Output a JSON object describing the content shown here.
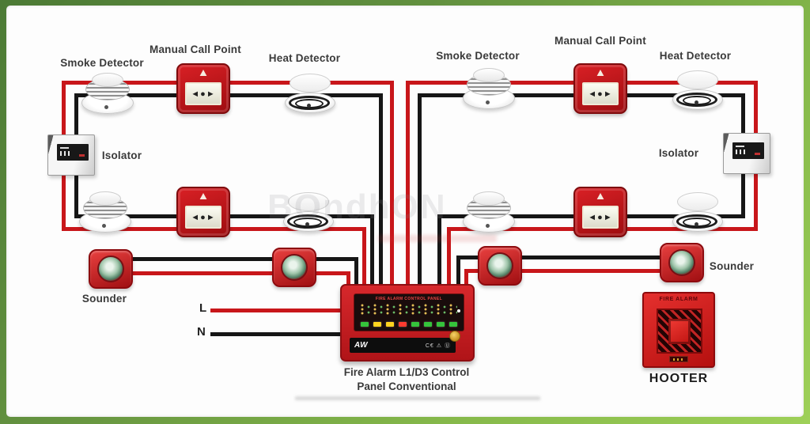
{
  "watermark": "BOndhON",
  "labels": {
    "smoke": "Smoke Detector",
    "manual_call_point": "Manual Call Point",
    "heat": "Heat Detector",
    "isolator": "Isolator",
    "sounder": "Sounder",
    "live": "L",
    "neutral": "N"
  },
  "devices": {
    "mcp_glyph": "◄●►"
  },
  "panel": {
    "display_title": "FIRE ALARM CONTROL PANEL",
    "logo": "AW",
    "cert_marks": "C€ ⚠ Ⓤ",
    "indicators": [
      "#35c43b",
      "#ffd21f",
      "#ffd21f",
      "#ff3b30",
      "#35c43b",
      "#35c43b",
      "#35c43b",
      "#35c43b"
    ],
    "caption_line1": "Fire Alarm L1/D3 Control",
    "caption_line2": "Panel Conventional"
  },
  "hooter": {
    "device_text": "FIRE ALARM",
    "label": "HOOTER"
  },
  "colors": {
    "wire_red": "#c8161a",
    "wire_black": "#161616",
    "frame_green_dark": "#4c7a35",
    "frame_green_light": "#9ed058"
  }
}
